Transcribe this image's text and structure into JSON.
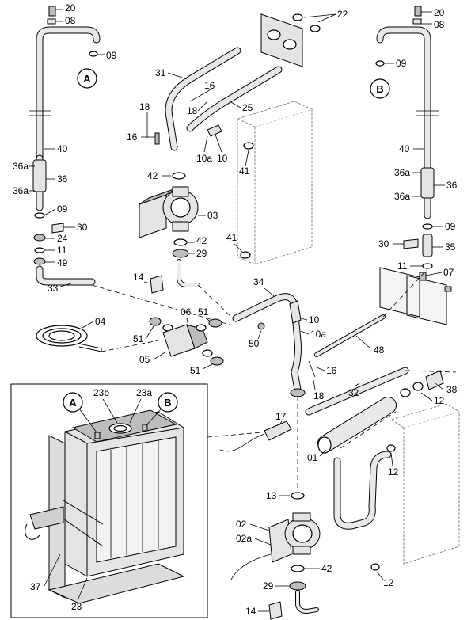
{
  "callouts": {
    "c20a": "20",
    "c08a": "08",
    "c09a": "09",
    "c40a": "40",
    "c36aa1": "36a",
    "c36a": "36",
    "c36aa2": "36a",
    "c09b": "09",
    "c30a": "30",
    "c24": "24",
    "c11a": "11",
    "c49": "49",
    "c33": "33",
    "c04": "04",
    "c22": "22",
    "c31": "31",
    "c16a": "16",
    "c18a": "18",
    "c18b": "18",
    "c16b": "16",
    "c25": "25",
    "c10aa": "10a",
    "c10a": "10",
    "c41a": "41",
    "c42a": "42",
    "c03": "03",
    "c42b": "42",
    "c29a": "29",
    "c41b": "41",
    "c14a": "14",
    "c34": "34",
    "c06": "06",
    "c51a": "51",
    "c51b": "51",
    "c05": "05",
    "c51c": "51",
    "c10b": "10",
    "c10ab": "10a",
    "c50": "50",
    "c16c": "16",
    "c18c": "18",
    "c48": "48",
    "c32": "32",
    "c17": "17",
    "c01": "01",
    "c13": "13",
    "c02": "02",
    "c02a": "02a",
    "c42c": "42",
    "c29b": "29",
    "c14b": "14",
    "c20b": "20",
    "c08b": "08",
    "c09c": "09",
    "c40b": "40",
    "c36ab1": "36a",
    "c36b": "36",
    "c36ab2": "36a",
    "c09d": "09",
    "c30b": "30",
    "c35": "35",
    "c11b": "11",
    "c07": "07",
    "c38": "38",
    "c12a": "12",
    "c12b": "12",
    "c12c": "12",
    "c23b": "23b",
    "c23a": "23a",
    "c37": "37",
    "c23": "23"
  },
  "markers": {
    "A1": "A",
    "B1": "B",
    "A2": "A",
    "B2": "B"
  }
}
